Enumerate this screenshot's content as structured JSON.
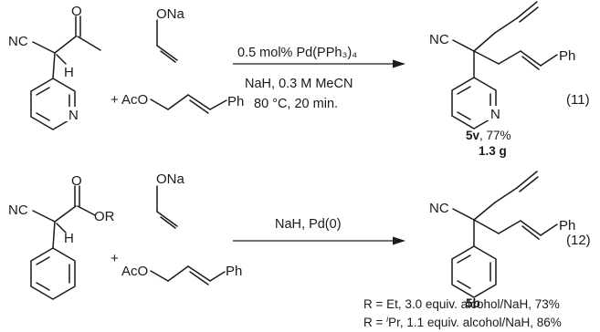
{
  "reaction11": {
    "condition_line1": "0.5 mol% Pd(PPh₃)₄",
    "condition_line2": "NaH, 0.3 M MeCN",
    "condition_line3": "80 °C, 20 min.",
    "product_label": "5v",
    "product_yield": ", 77%",
    "product_scale": "1.3 g",
    "equation_number": "(11)"
  },
  "reaction12": {
    "condition_line1": "NaH, Pd(0)",
    "product_label": "5b",
    "equation_number": "(12)",
    "note_line1": "R = Et, 3.0 equiv. alcohol/NaH, 73%",
    "note_line2_prefix": "R = ",
    "note_line2_super": "i",
    "note_line2_suffix": "Pr, 1.1 equiv. alcohol/NaH, 86%"
  },
  "atoms": {
    "nitrile": "NC",
    "hydrogen": "H",
    "nitrogen": "N",
    "oxygen": "O",
    "ester_or": "OR",
    "sodium_alkoxide": "ONa",
    "acetate": "AcO",
    "phenyl": "Ph",
    "plus": "+"
  }
}
